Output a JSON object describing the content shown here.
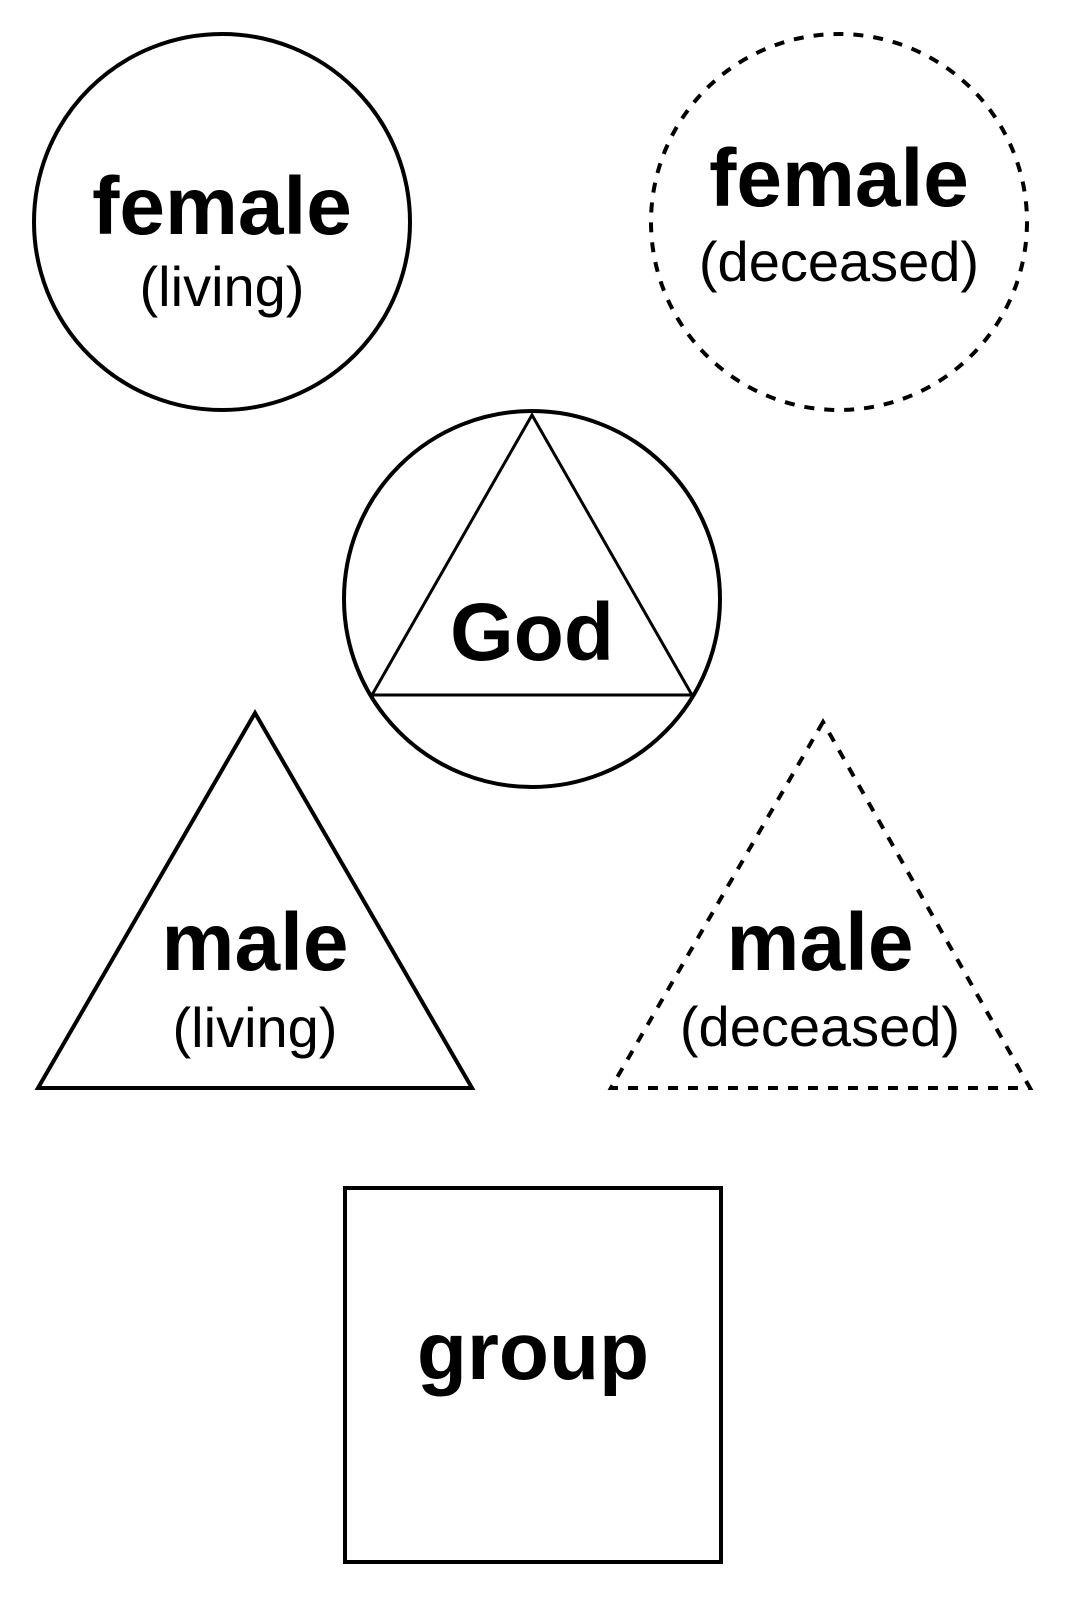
{
  "symbols": {
    "female_living": {
      "label": "female",
      "status": "(living)",
      "shape": "circle",
      "border": "solid"
    },
    "female_deceased": {
      "label": "female",
      "status": "(deceased)",
      "shape": "circle",
      "border": "dashed"
    },
    "god": {
      "label": "God",
      "shape": "triangle-in-circle",
      "border": "solid"
    },
    "male_living": {
      "label": "male",
      "status": "(living)",
      "shape": "triangle",
      "border": "solid"
    },
    "male_deceased": {
      "label": "male",
      "status": "(deceased)",
      "shape": "triangle",
      "border": "dashed"
    },
    "group": {
      "label": "group",
      "shape": "square",
      "border": "solid"
    }
  },
  "colors": {
    "stroke": "#000000",
    "text": "#000000",
    "background": "#ffffff"
  }
}
